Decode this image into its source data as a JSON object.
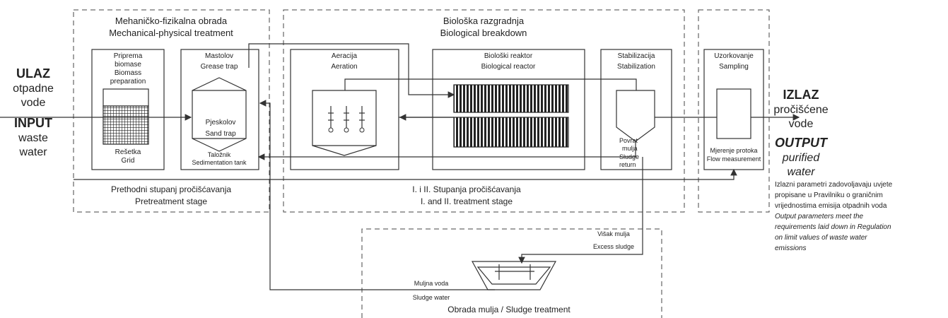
{
  "input": {
    "ulaz": "ULAZ",
    "otpadne": "otpadne",
    "vode": "vode",
    "input": "INPUT",
    "waste": "waste",
    "water": "water"
  },
  "output": {
    "izlaz": "IZLAZ",
    "procisc": "pročišćene",
    "vode": "vode",
    "output": "OUTPUT",
    "purified": "purified",
    "water": "water"
  },
  "zones": {
    "mechanical": {
      "hr": "Mehaničko-fizikalna obrada",
      "en": "Mechanical-physical treatment"
    },
    "biological": {
      "hr": "Biološka razgradnja",
      "en": "Biological breakdown"
    },
    "pretreatment": {
      "hr": "Prethodni stupanj pročišćavanja",
      "en": "Pretreatment stage"
    },
    "treatment": {
      "hr": "I. i II. Stupanja pročišćavanja",
      "en": "I. and II. treatment stage"
    },
    "sludge": "Obrada mulja / Sludge treatment"
  },
  "units": {
    "biomass": {
      "l1": "Priprema",
      "l2": "biomase",
      "l3": "Biomass",
      "l4": "preparation"
    },
    "grid": {
      "hr": "Rešetka",
      "en": "Grid"
    },
    "grease": {
      "hr": "Mastolov",
      "en": "Grease trap"
    },
    "sand": {
      "hr": "Pjeskolov",
      "en": "Sand trap"
    },
    "sedim": {
      "hr": "Taložnik",
      "en": "Sedimentation tank"
    },
    "aeration": {
      "hr": "Aeracija",
      "en": "Aeration"
    },
    "bioreactor": {
      "hr": "Biološki reaktor",
      "en": "Biological reactor"
    },
    "stabil": {
      "hr": "Stabilizacija",
      "en": "Stabilization"
    },
    "return": {
      "l1": "Povrat",
      "l2": "mulja",
      "l3": "Sludge",
      "l4": "return"
    },
    "sampling": {
      "hr": "Uzorkovanje",
      "en": "Sampling"
    },
    "flow": {
      "hr": "Mjerenje protoka",
      "en": "Flow measurement"
    },
    "excess": {
      "hr": "Višak mulja",
      "en": "Excess sludge"
    },
    "sludgewater": {
      "hr": "Muljna voda",
      "en": "Sludge water"
    }
  },
  "note": {
    "hr": [
      "Izlazni parametri zadovoljavaju uvjete",
      "propisane u Pravilniku o graničnim",
      "vrijednostima emisija otpadnih voda"
    ],
    "en": [
      "Output parameters meet the",
      "requirements laid down in Regulation",
      "on limit values of waste water",
      "emissions"
    ]
  }
}
